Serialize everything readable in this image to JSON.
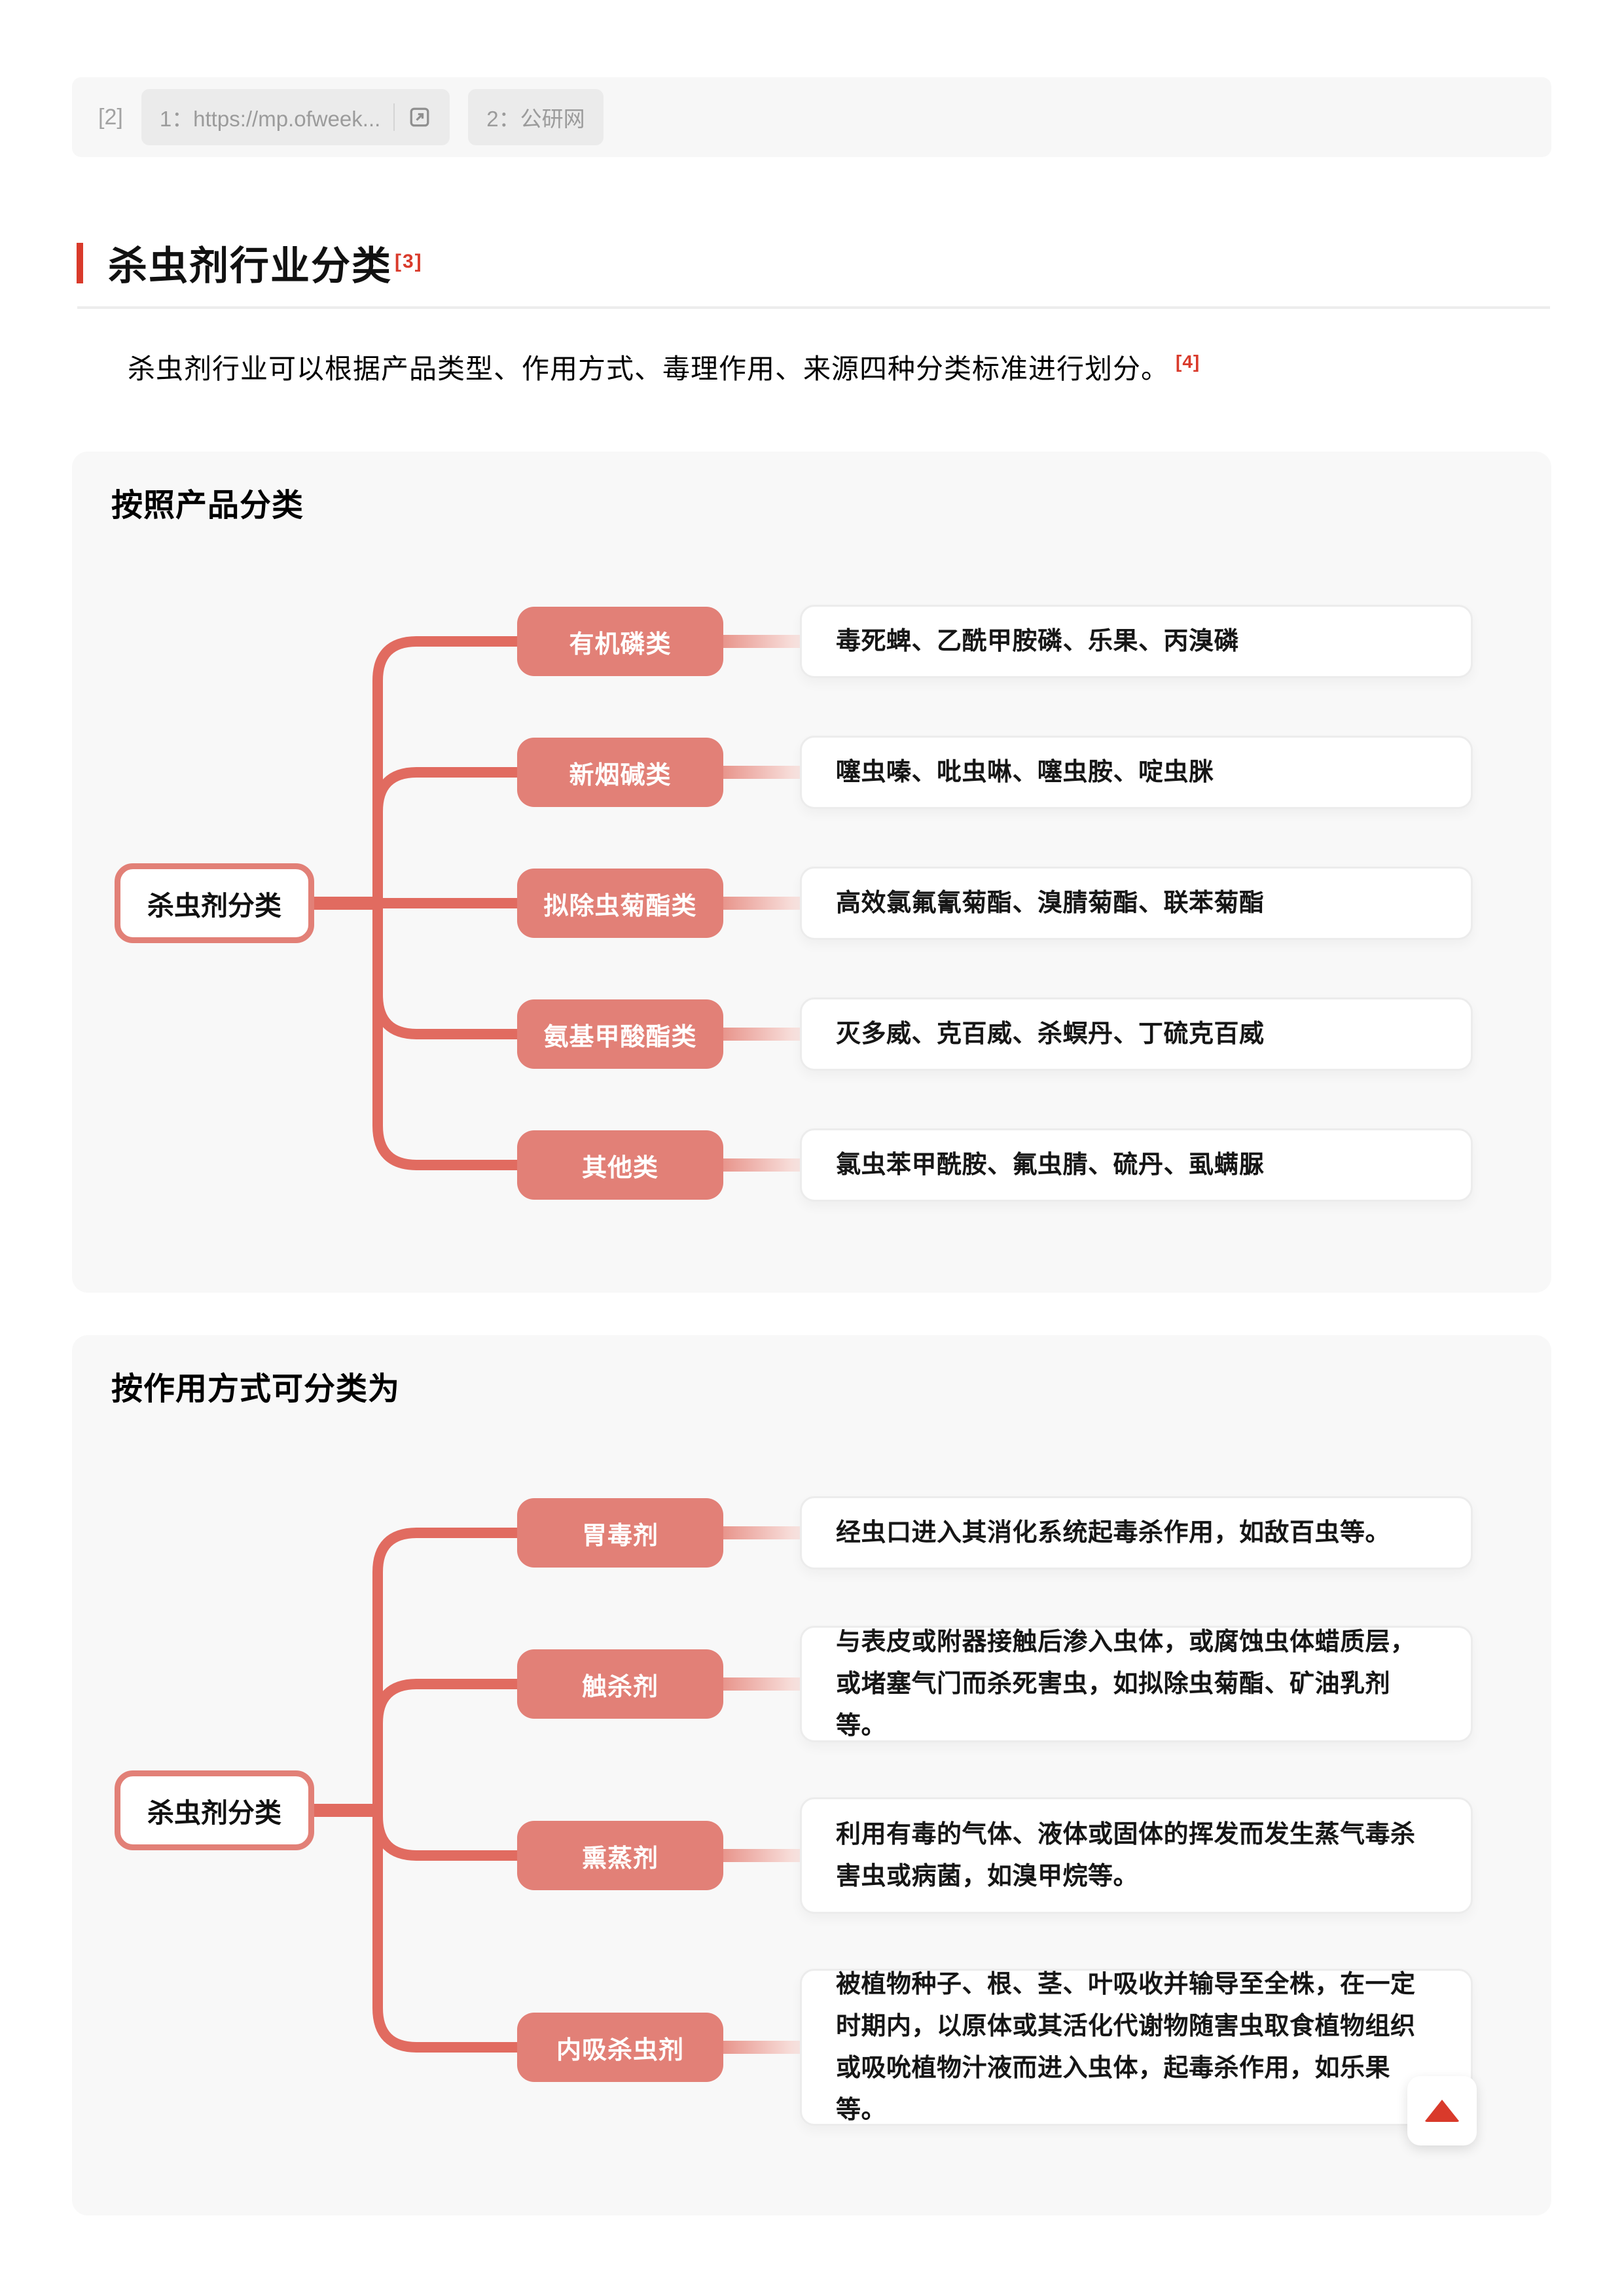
{
  "colors": {
    "accent_red": "#d93a2b",
    "node_salmon": "#e28077",
    "connector_salmon": "#e16b60",
    "card_bg": "#f8f8f8"
  },
  "references": {
    "marker": "[2]",
    "items": [
      {
        "label": "1：https://mp.ofweek...",
        "icon": "external-link-icon"
      },
      {
        "label": "2：公研网"
      }
    ]
  },
  "section": {
    "title": "杀虫剂行业分类",
    "title_sup": "[3]",
    "intro": "杀虫剂行业可以根据产品类型、作用方式、毒理作用、来源四种分类标准进行划分。",
    "intro_sup": "[4]"
  },
  "maps": [
    {
      "heading": "按照产品分类",
      "root": "杀虫剂分类",
      "branches": [
        {
          "label": "有机磷类",
          "desc": "毒死蜱、乙酰甲胺磷、乐果、丙溴磷"
        },
        {
          "label": "新烟碱类",
          "desc": "噻虫嗪、吡虫啉、噻虫胺、啶虫脒"
        },
        {
          "label": "拟除虫菊酯类",
          "desc": "高效氯氟氰菊酯、溴腈菊酯、联苯菊酯"
        },
        {
          "label": "氨基甲酸酯类",
          "desc": "灭多威、克百威、杀螟丹、丁硫克百威"
        },
        {
          "label": "其他类",
          "desc": "氯虫苯甲酰胺、氟虫腈、硫丹、虱螨脲"
        }
      ]
    },
    {
      "heading": "按作用方式可分类为",
      "root": "杀虫剂分类",
      "branches": [
        {
          "label": "胃毒剂",
          "desc": "经虫口进入其消化系统起毒杀作用，如敌百虫等。"
        },
        {
          "label": "触杀剂",
          "desc": "与表皮或附器接触后渗入虫体，或腐蚀虫体蜡质层，或堵塞气门而杀死害虫，如拟除虫菊酯、矿油乳剂等。"
        },
        {
          "label": "熏蒸剂",
          "desc": "利用有毒的气体、液体或固体的挥发而发生蒸气毒杀害虫或病菌，如溴甲烷等。"
        },
        {
          "label": "内吸杀虫剂",
          "desc": "被植物种子、根、茎、叶吸收并输导至全株，在一定时期内，以原体或其活化代谢物随害虫取食植物组织或吸吮植物汁液而进入虫体，起毒杀作用，如乐果等。"
        }
      ]
    }
  ],
  "back_to_top": {
    "icon": "triangle-up-icon"
  }
}
